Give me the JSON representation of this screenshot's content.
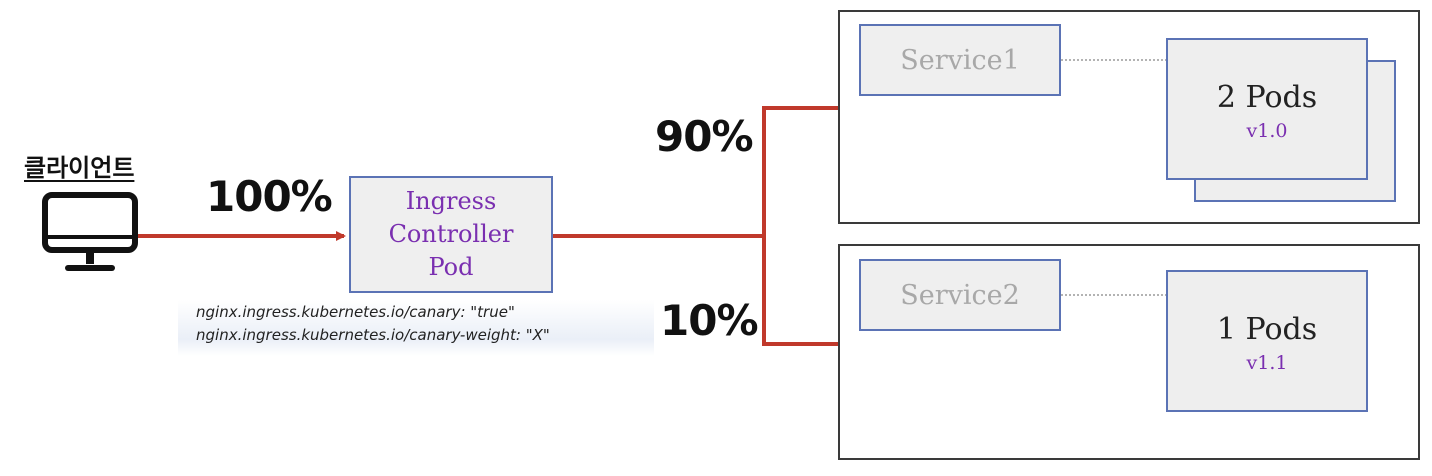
{
  "client": {
    "label": "클라이언트",
    "icon": "monitor-icon"
  },
  "ingress": {
    "lines": [
      "Ingress",
      "Controller",
      "Pod"
    ]
  },
  "annotations": [
    "nginx.ingress.kubernetes.io/canary: \"true\"",
    "nginx.ingress.kubernetes.io/canary-weight: \"X\""
  ],
  "weights": {
    "client_to_ingress": "100%",
    "to_v1": "90%",
    "to_v2": "10%"
  },
  "clusters": [
    {
      "service": "Service1",
      "pods": "2 Pods",
      "version": "v1.0"
    },
    {
      "service": "Service2",
      "pods": "1 Pods",
      "version": "v1.1"
    }
  ],
  "colors": {
    "arrow": "#c0392b",
    "box_border": "#5b73b5",
    "accent_text": "#7a2fb0",
    "service_text": "#a8a8a8"
  }
}
